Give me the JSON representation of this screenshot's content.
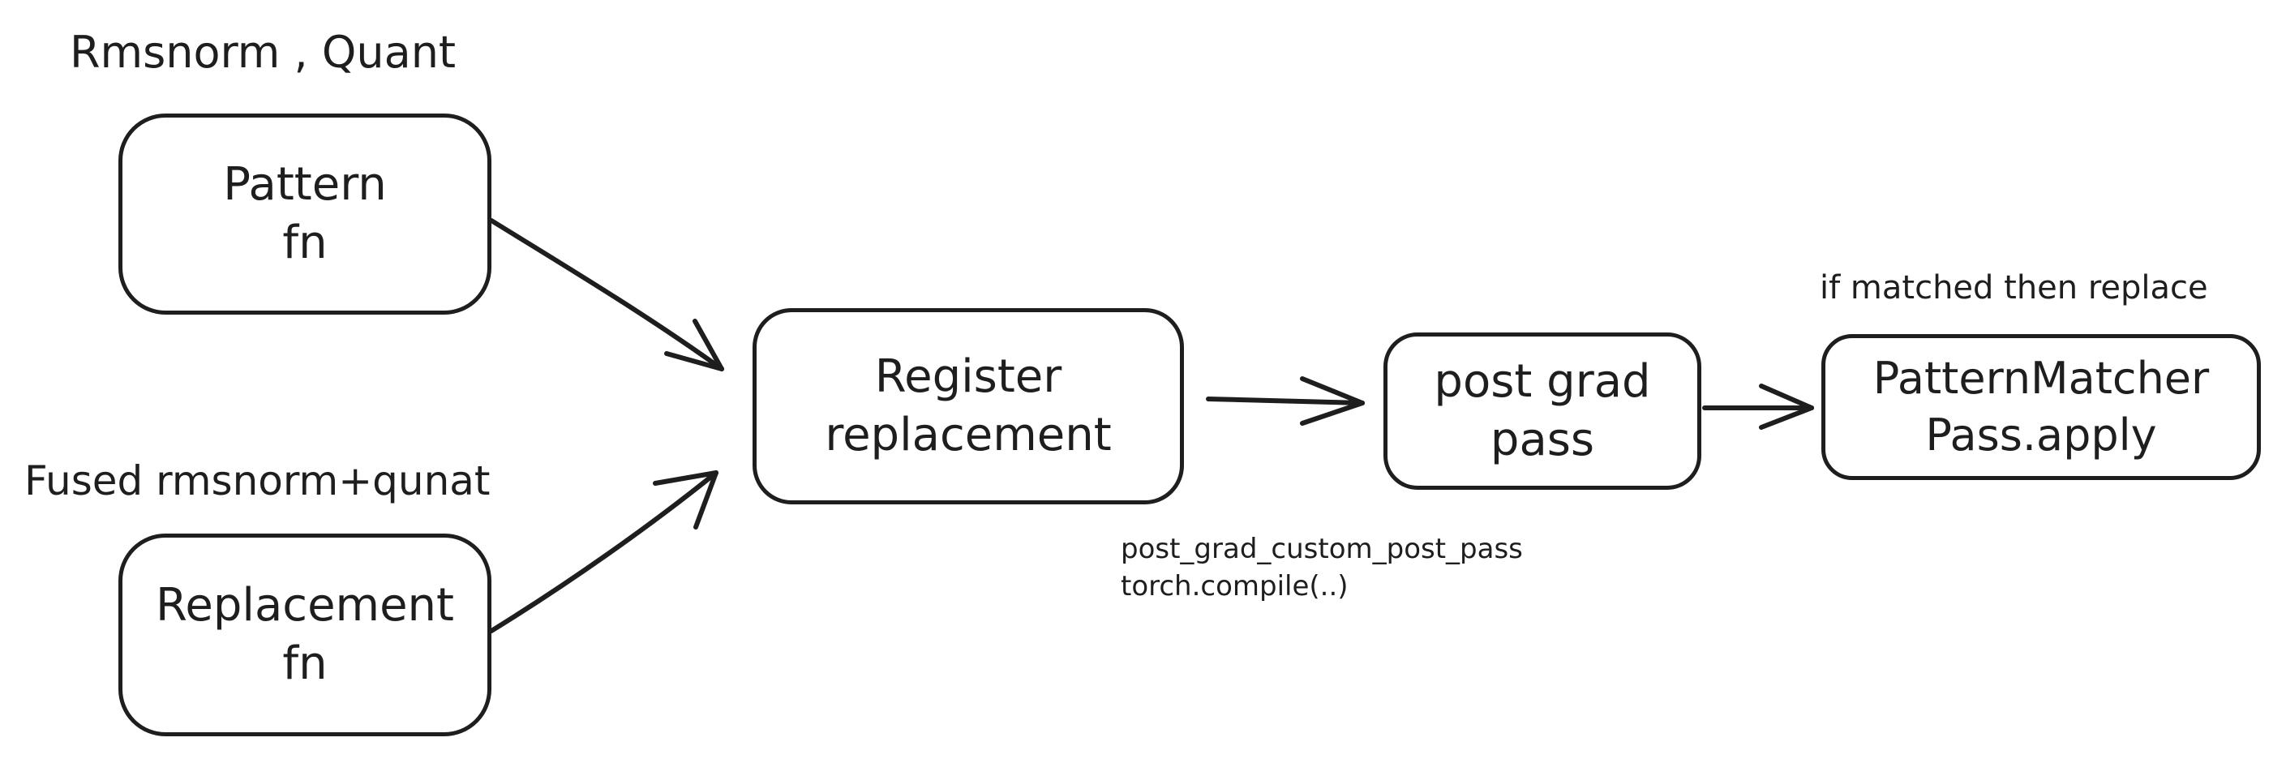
{
  "labels": {
    "top_left": "Rmsnorm , Quant",
    "bottom_left": "Fused rmsnorm+qunat",
    "top_right": "if matched then replace"
  },
  "boxes": {
    "pattern": {
      "line1": "Pattern",
      "line2": "fn"
    },
    "replacement": {
      "line1": "Replacement",
      "line2": "fn"
    },
    "register": {
      "line1": "Register",
      "line2": "replacement"
    },
    "post_grad": {
      "line1": "post grad",
      "line2": "pass"
    },
    "matcher": {
      "line1": "PatternMatcher",
      "line2": "Pass.apply"
    }
  },
  "notes": {
    "line1": "post_grad_custom_post_pass",
    "line2": "torch.compile(..)"
  }
}
